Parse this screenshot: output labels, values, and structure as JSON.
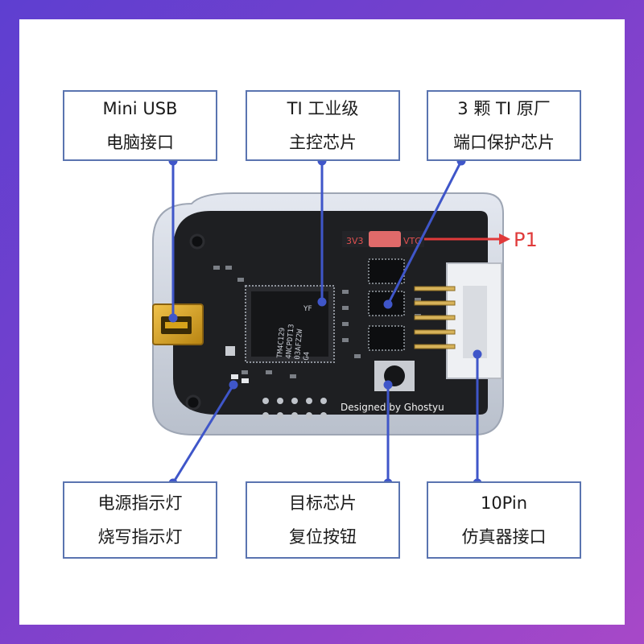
{
  "callouts": [
    {
      "line1": "Mini USB",
      "line2": "电脑接口"
    },
    {
      "line1": "TI 工业级",
      "line2": "主控芯片"
    },
    {
      "line1": "3 颗 TI 原厂",
      "line2": "端口保护芯片"
    },
    {
      "line1": "电源指示灯",
      "line2": "烧写指示灯"
    },
    {
      "line1": "目标芯片",
      "line2": "复位按钮"
    },
    {
      "line1": "10Pin",
      "line2": "仿真器接口"
    }
  ],
  "board": {
    "silkscreen_credit": "Designed by Ghostyu",
    "jumper_left": "3V3",
    "jumper_right": "VTG",
    "chip_marking": [
      "TM4C129",
      "4NCPDT13",
      "03AFZ2W",
      "G4"
    ],
    "chip_brand": "YF"
  },
  "p1_label": "P1",
  "colors": {
    "background_start": "#5e3fd0",
    "background_end": "#a748c8",
    "callout_border": "#5a74b0",
    "leader_line": "#3f56c9",
    "p1_arrow": "#e03a3a",
    "pcb": "#1e1f22",
    "usb_port": "#d6a21a"
  }
}
